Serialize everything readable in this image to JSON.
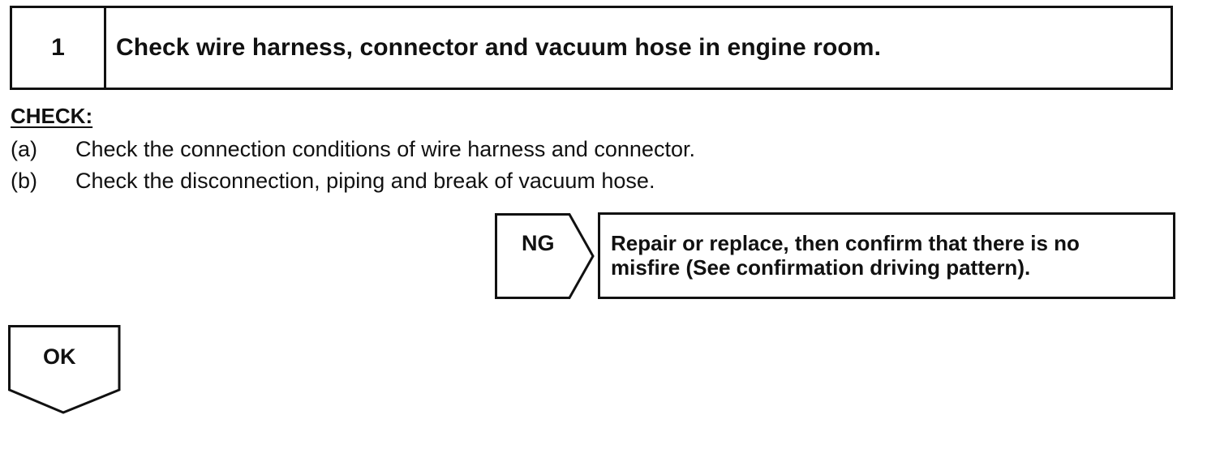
{
  "step": {
    "number": "1",
    "title": "Check wire harness, connector and vacuum hose in engine room."
  },
  "check": {
    "heading": "CHECK:",
    "items": [
      {
        "marker": "(a)",
        "text": "Check the connection conditions of wire harness and connector."
      },
      {
        "marker": "(b)",
        "text": "Check the disconnection, piping and break of vacuum hose."
      }
    ]
  },
  "ng": {
    "label": "NG",
    "action_line1": "Repair or replace, then confirm that there is no",
    "action_line2": "misfire (See confirmation driving pattern)."
  },
  "ok": {
    "label": "OK"
  }
}
